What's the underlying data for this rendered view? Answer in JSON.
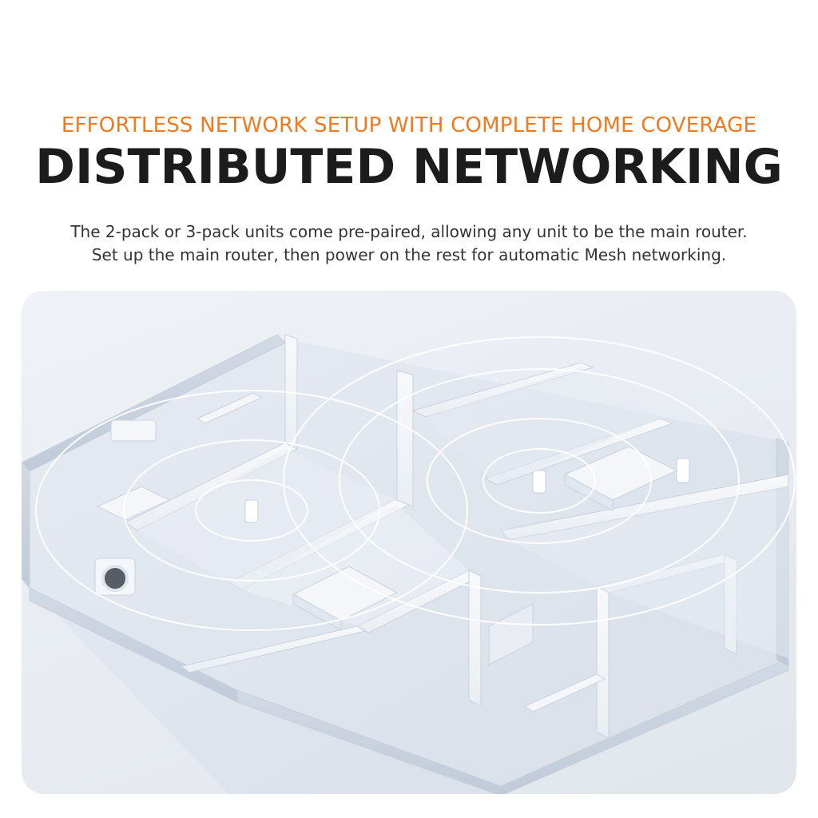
{
  "header": {
    "kicker": "EFFORTLESS NETWORK SETUP WITH COMPLETE HOME COVERAGE",
    "title": "DISTRIBUTED NETWORKING",
    "description_lines": [
      "The 2-pack or 3-pack units come pre-paired, allowing any unit to be the main router.",
      "Set up the main router, then power on the rest for automatic Mesh networking."
    ]
  },
  "colors": {
    "accent": "#f07a1e",
    "title": "#1c1c1c",
    "body_text": "#333333"
  },
  "illustration": {
    "subject": "isometric home floor plan with mesh router signal rings",
    "router_count": 3
  }
}
